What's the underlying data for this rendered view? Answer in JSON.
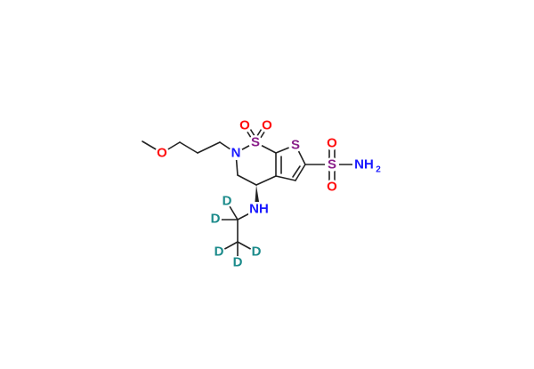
{
  "molecule": {
    "atoms": {
      "o_ether": "O",
      "n_ring": "N",
      "s_ring": "S",
      "o_s1": "O",
      "o_s2": "O",
      "s_thiophene": "S",
      "s_sulfonamide": "S",
      "o_sa1": "O",
      "o_sa2": "O",
      "nh2": "NH",
      "nh2_sub": "2",
      "nh": "NH",
      "d1": "D",
      "d2": "D",
      "d3": "D",
      "d4": "D",
      "d5": "D"
    }
  },
  "colors": {
    "oxygen": "#ff0d0d",
    "nitrogen": "#1a1aff",
    "sulfur": "#8a1f8a",
    "deuterium": "#1a8a8a",
    "bond": "#222222"
  }
}
